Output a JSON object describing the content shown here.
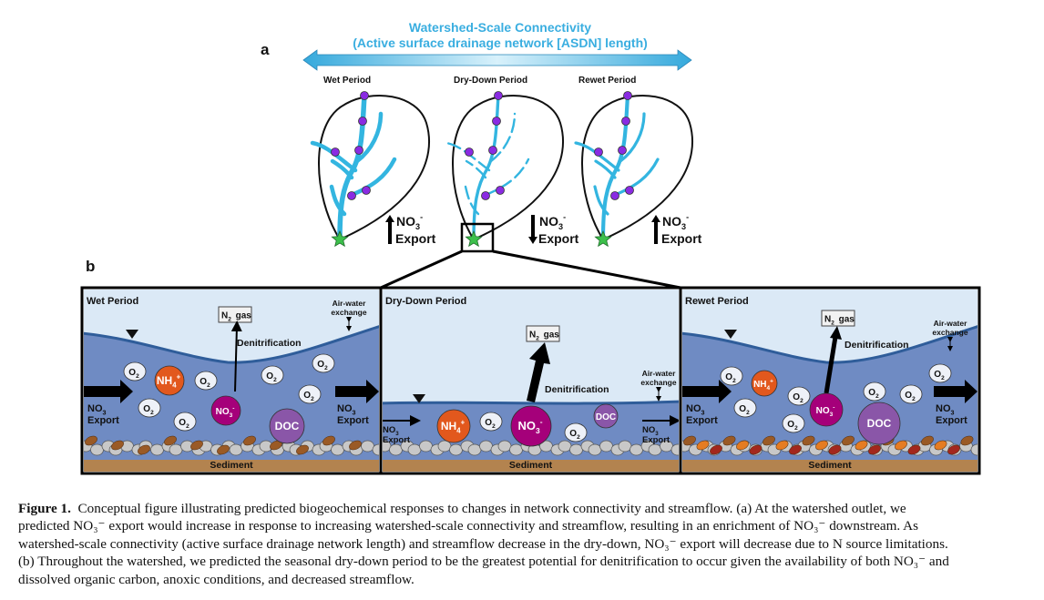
{
  "panel_a": {
    "label": "a",
    "title_line1": "Watershed-Scale Connectivity",
    "title_line2": "(Active surface drainage network [ASDN] length)",
    "periods": [
      {
        "name": "Wet Period",
        "export_direction": "up",
        "export_label": "Export",
        "species": "NO3-"
      },
      {
        "name": "Dry-Down Period",
        "export_direction": "down",
        "export_label": "Export",
        "species": "NO3-"
      },
      {
        "name": "Rewet Period",
        "export_direction": "up",
        "export_label": "Export",
        "species": "NO3-"
      }
    ]
  },
  "panel_b": {
    "label": "b",
    "panels": [
      {
        "title": "Wet Period",
        "n2_gas": "gas",
        "denitrification": "Denitrification",
        "air_water_1": "Air-water",
        "air_water_2": "exchange",
        "export_species": "NO3",
        "export_label": "Export",
        "o2_label": "O2",
        "nh4_label": "NH4+",
        "no3_label": "NO3-",
        "doc_label": "DOC",
        "sediment": "Sediment"
      },
      {
        "title": "Dry-Down Period",
        "n2_gas": "gas",
        "denitrification": "Denitrification",
        "air_water_1": "Air-water",
        "air_water_2": "exchange",
        "export_species": "NO3",
        "export_label": "Export",
        "o2_label": "O2",
        "nh4_label": "NH4+",
        "no3_label": "NO3-",
        "doc_label": "DOC",
        "sediment": "Sediment"
      },
      {
        "title": "Rewet Period",
        "n2_gas": "gas",
        "denitrification": "Denitrification",
        "air_water_1": "Air-water",
        "air_water_2": "exchange",
        "export_species": "NO3",
        "export_label": "Export",
        "o2_label": "O2",
        "nh4_label": "NH4+",
        "no3_label": "NO3-",
        "doc_label": "DOC",
        "sediment": "Sediment"
      }
    ]
  },
  "colors": {
    "arrow_blue": "#3bb3e0",
    "stream_blue": "#33b5e0",
    "sky": "#dbe9f6",
    "water": "#6f8bc3",
    "water_line": "#2f5d9a",
    "nh4": "#e2581d",
    "no3": "#a5007a",
    "doc": "#8a56a8",
    "o2": "#eef1f8",
    "sediment": "#b3834f",
    "rock": "#c8c8c8",
    "leaf_brown": "#9a5a26",
    "leaf_orange": "#e57c22",
    "leaf_red": "#a3271d",
    "site_purple": "#8a2be2",
    "outlet_green": "#3cc04b"
  },
  "caption": {
    "label": "Figure 1.",
    "lines": [
      "Conceptual figure illustrating predicted biogeochemical responses to changes in network connectivity and streamflow. (a) At the watershed outlet, we",
      "predicted NO₃⁻ export would increase in response to increasing watershed-scale connectivity and streamflow, resulting in an enrichment of NO₃⁻ downstream. As",
      "watershed-scale connectivity (active surface drainage network length) and streamflow decrease in the dry-down, NO₃⁻ export will decrease due to N source limitations.",
      "(b) Throughout the watershed, we predicted the seasonal dry-down period to be the greatest potential for denitrification to occur given the availability of both NO₃⁻ and",
      "dissolved organic carbon, anoxic conditions, and decreased streamflow."
    ]
  }
}
